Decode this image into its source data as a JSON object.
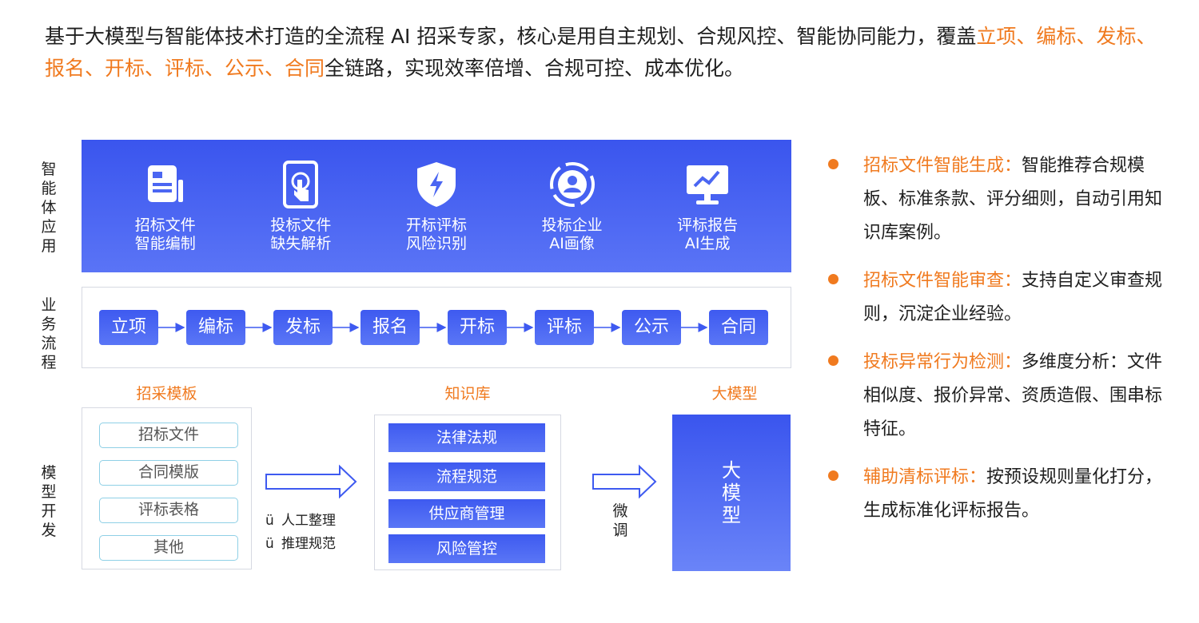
{
  "intro": {
    "p1": "基于大模型与智能体技术打造的全流程 AI 招采专家，核心是用自主规划、合规风控、智能协同能力，覆盖",
    "hl1": "立项、编标、",
    "hl2": "发标、报名、开标、评标、公示、合同",
    "p2": "全链路，实现效率倍增、合规可控、成本优化。"
  },
  "row_labels": {
    "agent": [
      "智",
      "能",
      "体",
      "应",
      "用"
    ],
    "flow": [
      "业",
      "务",
      "流",
      "程"
    ],
    "model": [
      "模",
      "型",
      "开",
      "发"
    ]
  },
  "agents": [
    {
      "icon": "document-edit-icon",
      "l1": "招标文件",
      "l2": "智能编制"
    },
    {
      "icon": "tablet-touch-icon",
      "l1": "投标文件",
      "l2": "缺失解析"
    },
    {
      "icon": "shield-bolt-icon",
      "l1": "开标评标",
      "l2": "风险识别"
    },
    {
      "icon": "user-profile-icon",
      "l1": "投标企业",
      "l2": "AI画像"
    },
    {
      "icon": "monitor-chart-icon",
      "l1": "评标报告",
      "l2": "AI生成"
    }
  ],
  "flow_steps": [
    "立项",
    "编标",
    "发标",
    "报名",
    "开标",
    "评标",
    "公示",
    "合同"
  ],
  "templates": {
    "title": "招采模板",
    "items": [
      "招标文件",
      "合同模版",
      "评标表格",
      "其他"
    ]
  },
  "arrow_notes": [
    {
      "mark": "ü",
      "text": "人工整理"
    },
    {
      "mark": "ü",
      "text": "推理规范"
    }
  ],
  "knowledge": {
    "title": "知识库",
    "items": [
      "法律法规",
      "流程规范",
      "供应商管理",
      "风险管控"
    ]
  },
  "finetune": [
    "微",
    "调"
  ],
  "llm": {
    "title": "大模型",
    "chars": [
      "大",
      "模",
      "型"
    ]
  },
  "features": [
    {
      "title": "招标文件智能生成：",
      "text": "智能推荐合规模板、标准条款、评分细则，自动引用知识库案例。"
    },
    {
      "title": "招标文件智能审查：",
      "text": "支持自定义审查规则，沉淀企业经验。"
    },
    {
      "title": "投标异常行为检测：",
      "text": "多维度分析：文件相似度、报价异常、资质造假、围串标特征。"
    },
    {
      "title": "辅助清标评标：",
      "text": "按预设规则量化打分，生成标准化评标报告。"
    }
  ],
  "colors": {
    "accent": "#f07a1f",
    "primary": "#3a55ee",
    "template_border": "#8fd0e6"
  }
}
